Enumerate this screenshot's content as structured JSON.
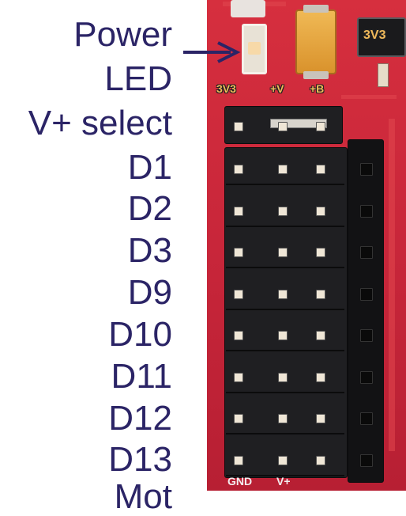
{
  "labels": {
    "power_led": [
      "Power",
      "LED"
    ],
    "vplus_select": "V+ select",
    "rows": [
      "D1",
      "D2",
      "D3",
      "D9",
      "D10",
      "D11",
      "D12",
      "D13"
    ],
    "cutoff": "Mot"
  },
  "silkscreen": {
    "top_right": "3V3",
    "jumper": [
      "3V3",
      "+V",
      "+B"
    ],
    "bottom": [
      "GND",
      "V+"
    ]
  },
  "colors": {
    "label_text": "#2b2466",
    "arrow": "#2b2466",
    "board": "#c8263a",
    "silk_gold": "#f0b95a",
    "header_black": "#1f1f22",
    "capacitor": "#e6a93f"
  }
}
